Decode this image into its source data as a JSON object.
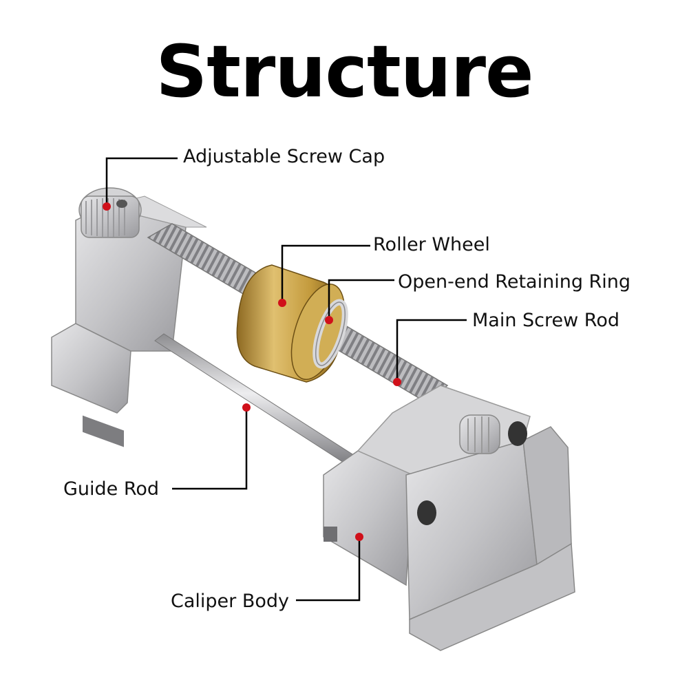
{
  "title": "Structure",
  "labels": {
    "adjustable_screw_cap": "Adjustable Screw Cap",
    "roller_wheel": "Roller Wheel",
    "open_end_retaining_ring": "Open-end Retaining Ring",
    "main_screw_rod": "Main Screw Rod",
    "guide_rod": "Guide Rod",
    "caliper_body": "Caliper Body"
  },
  "colors": {
    "marker": "#d0101a",
    "leader_line": "#000000",
    "steel": "#c9c9cb",
    "brass": "#c9a24a"
  }
}
